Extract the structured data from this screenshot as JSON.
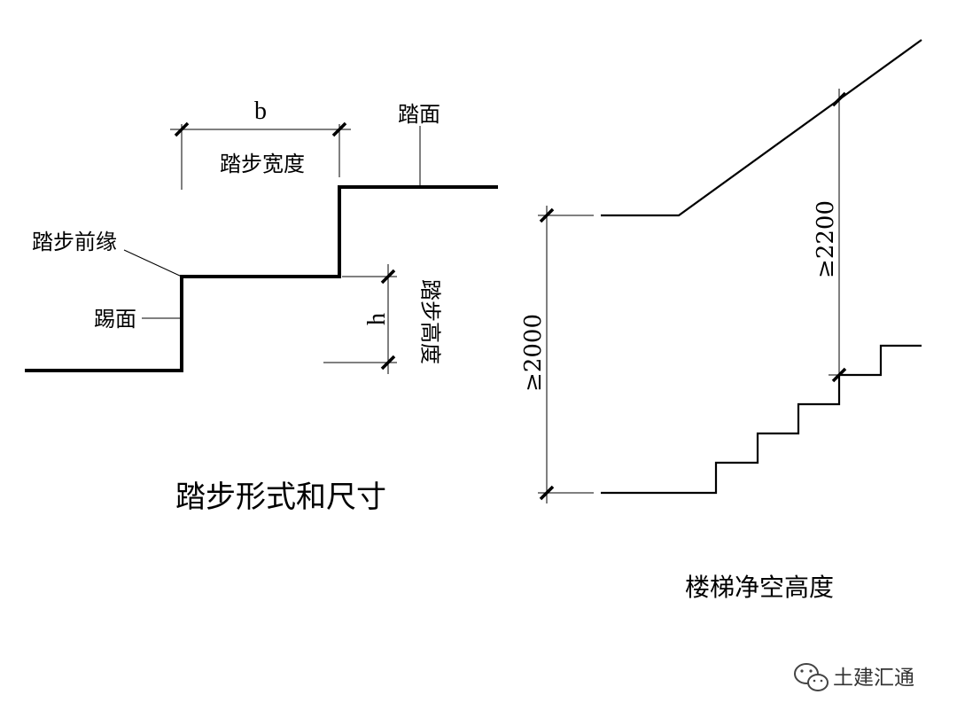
{
  "left_diagram": {
    "width_var": "b",
    "width_label": "踏步宽度",
    "tread_label": "踏面",
    "nosing_label": "踏步前缘",
    "riser_label": "踢面",
    "height_var": "h",
    "height_label": "踏步高度",
    "caption": "踏步形式和尺寸"
  },
  "right_diagram": {
    "dim_left": "≥2000",
    "dim_right": "≥2200",
    "caption": "楼梯净空高度"
  },
  "watermark": {
    "text": "土建汇通",
    "icon": "wechat-icon"
  }
}
